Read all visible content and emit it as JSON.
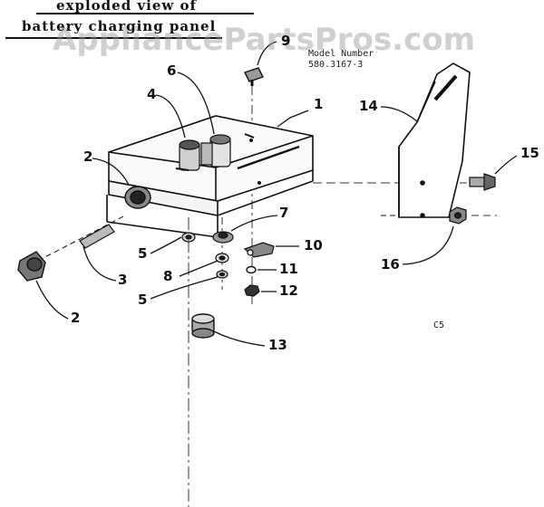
{
  "title": {
    "line1": "exploded view of",
    "line2": "battery charging panel"
  },
  "model": {
    "label": "Model Number",
    "number": "580.3167-3"
  },
  "watermark": "AppliancePartsPros.com",
  "diagram_code": "C5",
  "callouts": {
    "n1": "1",
    "n2a": "2",
    "n2b": "2",
    "n3": "3",
    "n4": "4",
    "n5a": "5",
    "n5b": "5",
    "n6": "6",
    "n7": "7",
    "n8": "8",
    "n9": "9",
    "n10": "10",
    "n11": "11",
    "n12": "12",
    "n13": "13",
    "n14": "14",
    "n15": "15",
    "n16": "16"
  }
}
